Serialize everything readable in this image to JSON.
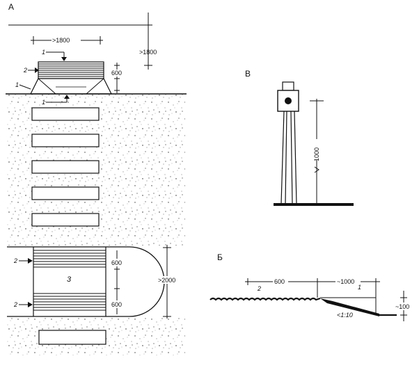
{
  "panels": {
    "a": "А",
    "b": "Б",
    "v": "В"
  },
  "panel_a": {
    "dim_width": ">1800",
    "dim_height": ">1800",
    "dim_bar_gap": "600",
    "callout_1_top": "1",
    "callout_2_top": "2",
    "callout_1_left": "1",
    "callout_1_ground": "1",
    "dim_island_upper": "600",
    "dim_island_lower": "600",
    "dim_island_width": ">2000",
    "island_label": "3",
    "callout_2_upper": "2",
    "callout_2_lower": "2"
  },
  "panel_b": {
    "callout_2": "2",
    "dim_600": "600",
    "dim_1000": "~1000",
    "callout_1": "1",
    "dim_100": "~100",
    "slope": "<1:10"
  },
  "panel_v": {
    "dim_height": "1000"
  }
}
